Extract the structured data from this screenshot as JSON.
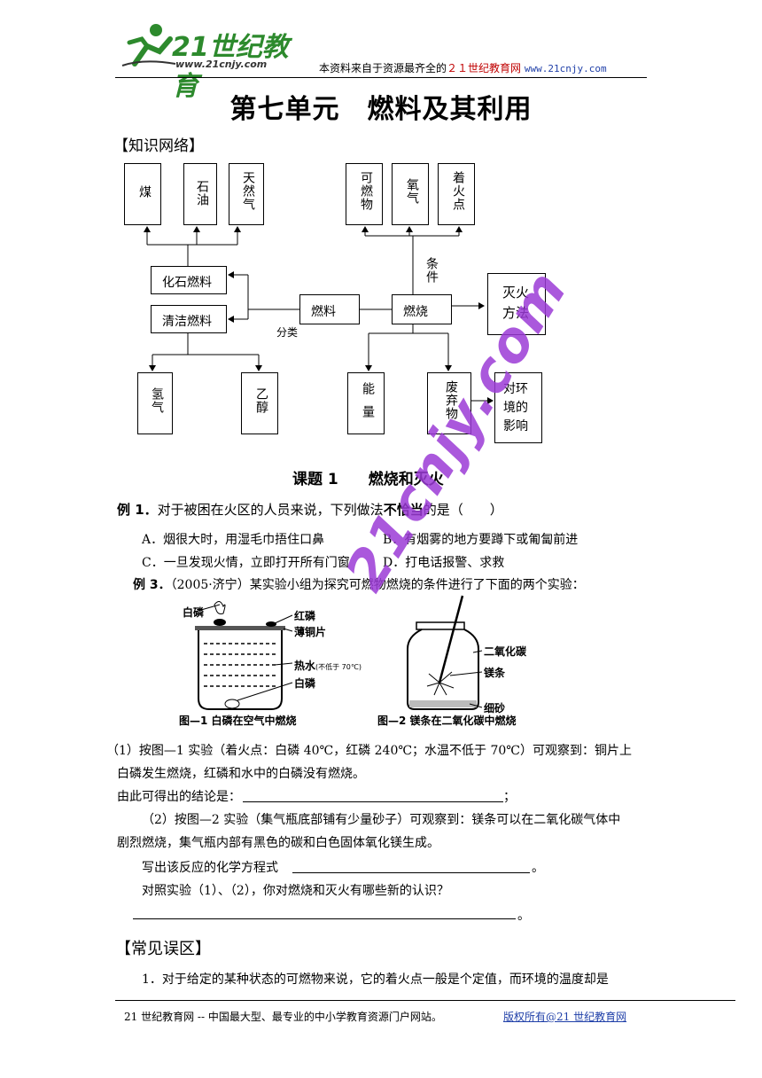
{
  "header": {
    "logo_text": "21世纪教育",
    "logo_url": "www.21cnjy.com",
    "note_prefix": "本资料来自于资源最齐全的",
    "note_brand": "２１世纪教育网",
    "note_url": "www.21cnjy.com"
  },
  "title": "第七单元　燃料及其利用",
  "knowledge_heading": "【知识网络】",
  "diagram": {
    "coal": "煤",
    "oil": "石油",
    "gas": "天然气",
    "combustible": "可燃物",
    "oxygen": "氧气",
    "ignition": "着火点",
    "conditions": "条件",
    "fossil": "化石燃料",
    "clean": "清洁燃料",
    "fuel": "燃料",
    "burn": "燃烧",
    "extinguish": "灭火方法",
    "classify": "分类",
    "hydrogen": "氢气",
    "ethanol": "乙醇",
    "energy": "能量",
    "waste": "废弃物",
    "impact": "对环境的影响"
  },
  "lesson_title": "课题 1　　燃烧和灭火",
  "example1": {
    "label": "例 1．",
    "stem_a": "对于被困在火区的人员来说，下列做法",
    "stem_emph": "不恰当",
    "stem_b": "的是（　　）",
    "options": [
      "A．烟很大时，用湿毛巾捂住口鼻",
      "B．有烟雾的地方要蹲下或匍匐前进",
      "C．一旦发现火情，立即打开所有门窗",
      "D．打电话报警、求救"
    ]
  },
  "example3": {
    "label": "例 3．",
    "stem": "（2005·济宁）某实验小组为探究可燃物燃烧的条件进行了下面的两个实验：",
    "fig1": {
      "white_p_top": "白磷",
      "red_p": "红磷",
      "copper": "薄铜片",
      "hot_water": "热水",
      "hot_water_note": "(不低于 70℃)",
      "white_p_bottom": "白磷",
      "caption": "图—1 白磷在空气中燃烧"
    },
    "fig2": {
      "co2": "二氧化碳",
      "mg": "镁条",
      "sand": "细砂",
      "caption": "图—2 镁条在二氧化碳中燃烧"
    },
    "q1_line1": "（1）按图—1 实验（着火点：白磷 40℃，红磷 240℃；水温不低于 70℃）可观察到：铜片上",
    "q1_line2": "白磷发生燃烧，红磷和水中的白磷没有燃烧。",
    "conclusion_label": "由此可得出的结论是：",
    "conclusion_end": "；",
    "q2_line1": "（2）按图—2 实验（集气瓶底部铺有少量砂子）可观察到：镁条可以在二氧化碳气体中",
    "q2_line2": "剧烈燃烧，集气瓶内部有黑色的碳和白色固体氧化镁生成。",
    "equation_label": "写出该反应的化学方程式",
    "equation_end": "。",
    "compare": "对照实验（1）、（2），你对燃烧和灭火有哪些新的认识？",
    "compare_end": "。"
  },
  "mistakes_heading": "【常见误区】",
  "mistake1": "1．对于给定的某种状态的可燃物来说，它的着火点一般是个定值，而环境的温度却是",
  "footer": {
    "left": "21 世纪教育网 -- 中国最大型、最专业的中小学教育资源门户网站。",
    "right": "版权所有@21 世纪教育网"
  },
  "watermark": "21cnjy.com"
}
